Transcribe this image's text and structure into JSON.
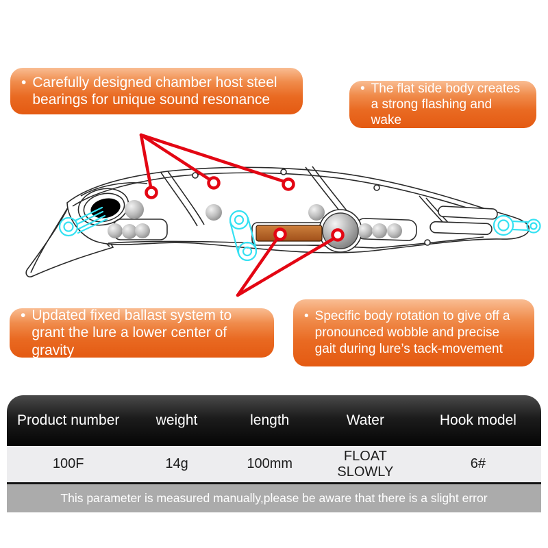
{
  "bullet": "•",
  "callouts": [
    {
      "text": "Carefully designed chamber host steel bearings for unique sound resonance"
    },
    {
      "text": "The flat side body creates a strong flashing and wake"
    },
    {
      "text": "Updated fixed ballast system to grant the lure a lower center of gravity"
    },
    {
      "text": "Specific body rotation to give off a pronounced wobble and precise gait during lure’s tack-movement"
    }
  ],
  "diagram_parts": {
    "eye": "eye",
    "steel_bearings": "steel bearings",
    "ballast": "fixed ballast weight",
    "nose_ring": "line-tie ring",
    "belly_hanger": "belly hook hanger",
    "tail_hanger": "tail hook hanger",
    "diving_lip": "diving lip"
  },
  "table": {
    "headers": [
      "Product number",
      "weight",
      "length",
      "Water",
      "Hook model"
    ],
    "row": [
      "100F",
      "14g",
      "100mm",
      "FLOAT SLOWLY",
      "6#"
    ],
    "disclaimer": "This parameter is measured manually,please be aware that there is a slight error"
  },
  "colors": {
    "callout_top": "#F9BD93",
    "callout_bottom": "#E45A12",
    "annotation_red": "#E30613",
    "hanger_cyan": "#35E1F2",
    "ballast_light": "#C97A36",
    "ballast_dark": "#A5521A",
    "header_black": "#111111",
    "row_bg": "#EDEDEF",
    "disclaimer_bg": "#ABABAB"
  }
}
